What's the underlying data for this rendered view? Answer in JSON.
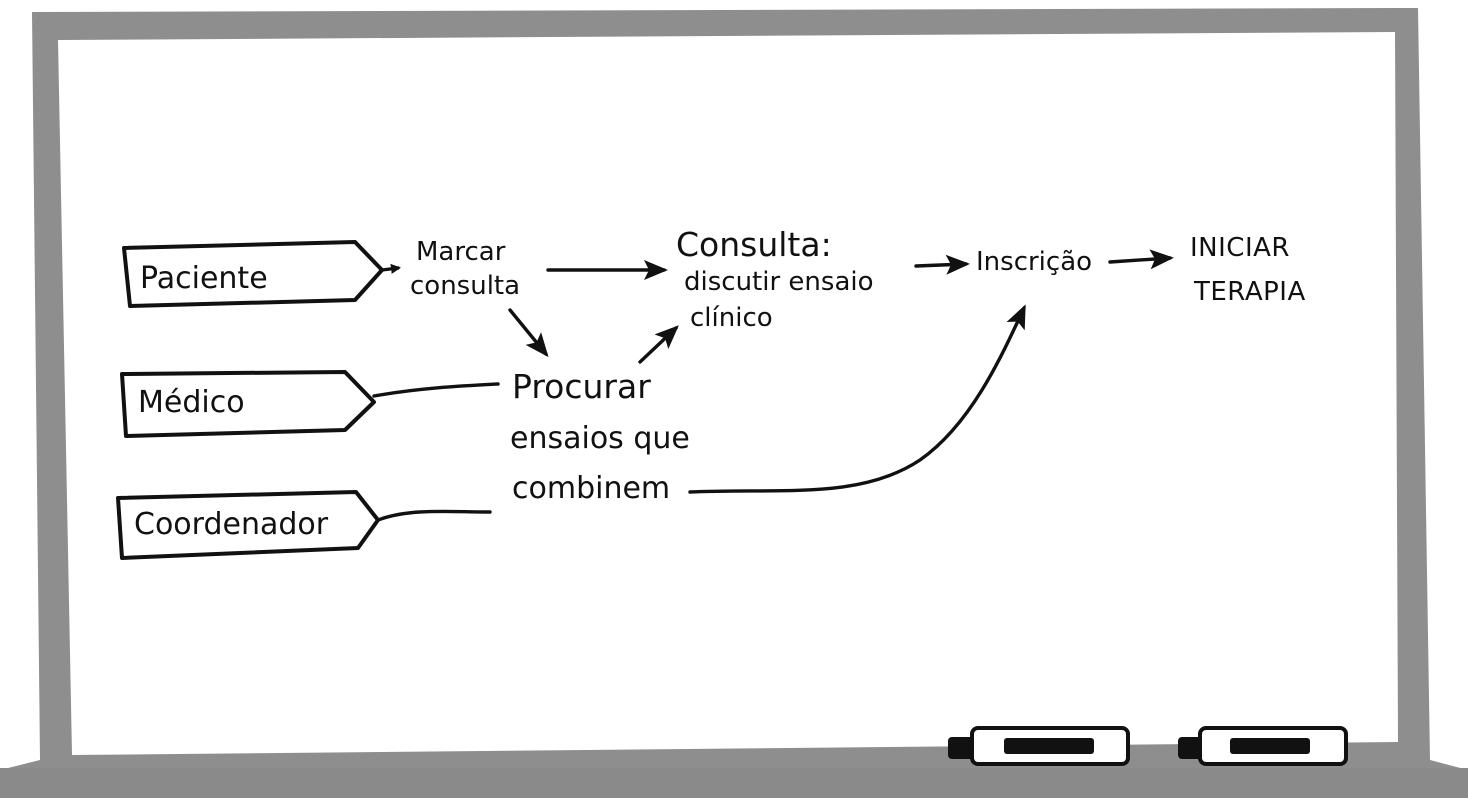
{
  "actors": [
    {
      "id": "paciente",
      "label": "Paciente"
    },
    {
      "id": "medico",
      "label": "Médico"
    },
    {
      "id": "coordenador",
      "label": "Coordenador"
    }
  ],
  "steps": {
    "marcar": [
      "Marcar",
      "consulta"
    ],
    "consulta": [
      "Consulta:",
      "discutir ensaio",
      "clínico"
    ],
    "procurar": [
      "Procurar",
      "ensaios que",
      "combinem"
    ],
    "inscricao": "Inscrição",
    "iniciar": [
      "INICIAR",
      "TERAPIA"
    ]
  },
  "colors": {
    "frame": "#8e8e8e",
    "board": "#ffffff",
    "ink": "#111111"
  },
  "props": [
    "marker-icon",
    "marker-icon"
  ]
}
